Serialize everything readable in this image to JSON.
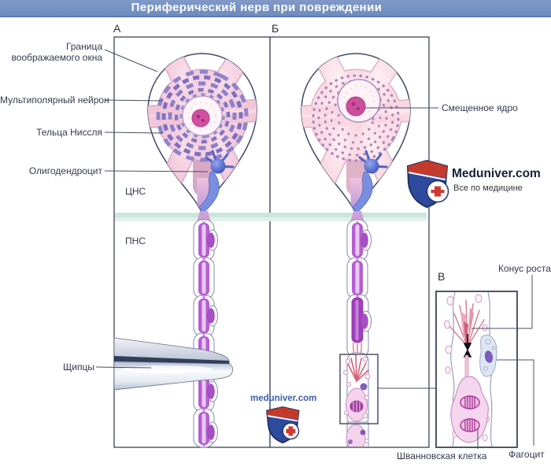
{
  "title": "Периферический нерв при повреждении",
  "panel_labels": {
    "a": "А",
    "b": "Б",
    "v": "В"
  },
  "annotations": {
    "window_boundary": "Граница воображаемого окна",
    "multipolar_neuron": "Мультиполярный нейрон",
    "nissl_bodies": "Тельца Ниссля",
    "oligodendrocyte": "Олигодендроцит",
    "cns": "ЦНС",
    "pns": "ПНС",
    "forceps": "Щипцы",
    "displaced_nucleus": "Смещенное ядро",
    "growth_cone": "Конус роста",
    "schwann_cell": "Шванновская клетка",
    "phagocyte": "Фагоцит"
  },
  "branding": {
    "main_logo": {
      "name": "Meduniver.com",
      "tagline": "Все по медицине"
    },
    "watermark": {
      "text": "meduniver.com"
    }
  },
  "colors": {
    "title_bar_bg": "#7795c4",
    "panel_border": "#3d4358",
    "cns_pns_band_teal": "#c9e7dc",
    "soma_pink": "#f3cede",
    "soma_pale_pink": "#fbe3ea",
    "nissl_purple": "#8478c2",
    "myelin_purple": "#b55fd0",
    "schwann_nucleus_purple": "#a94fc6",
    "oligodendrocyte_blue": "#4f63c8",
    "forceps_grey": "#d9dfea",
    "growth_cone_red": "#d4607a",
    "schwann_cell_pink": "#f5d3ed",
    "phagocyte_blue": "#dde7f3",
    "logo_red": "#c43a2c",
    "logo_blue": "#2e4a9e",
    "label_text": "#343a4c"
  }
}
